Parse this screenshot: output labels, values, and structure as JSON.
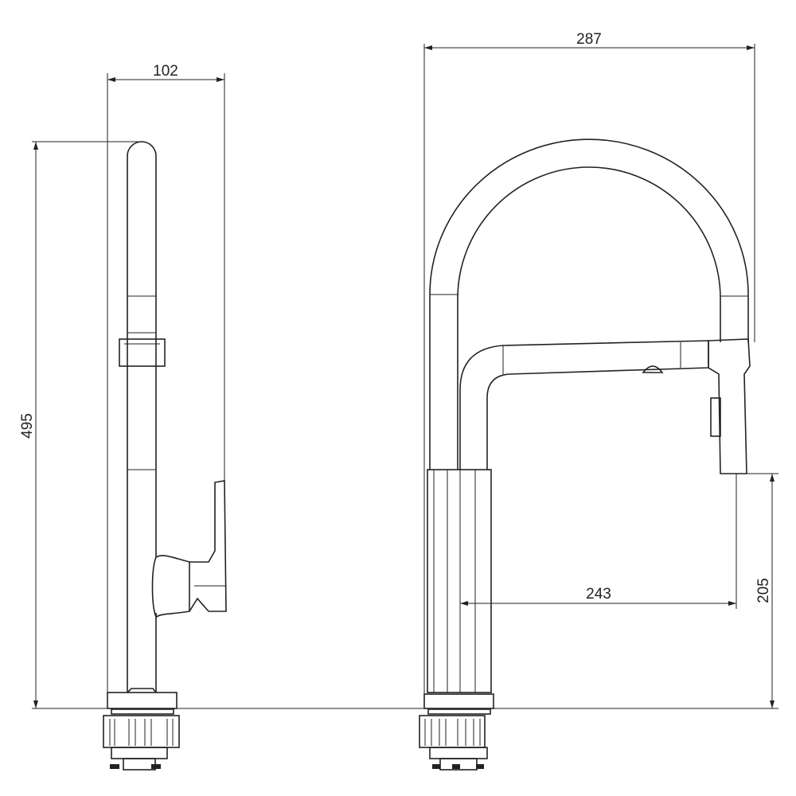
{
  "dimensions": {
    "side_width": "102",
    "side_height": "495",
    "front_width": "287",
    "spout_reach": "243",
    "spout_height": "205"
  },
  "colors": {
    "line": "#222222",
    "background": "#ffffff"
  }
}
